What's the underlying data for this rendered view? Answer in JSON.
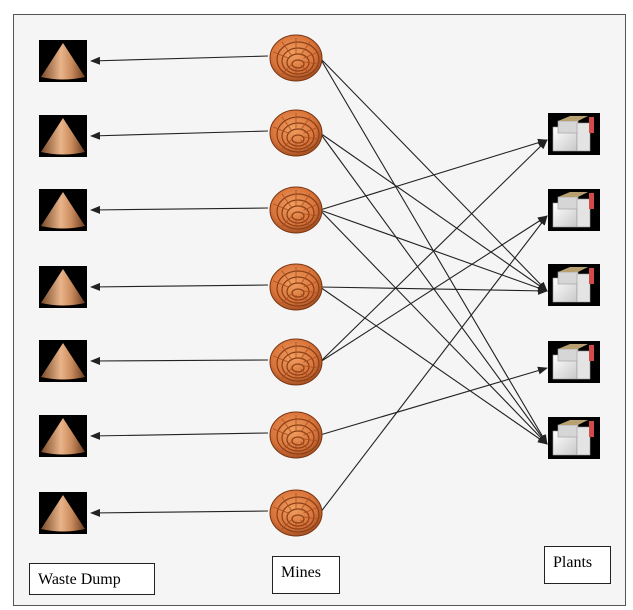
{
  "labels": {
    "waste_dump": "Waste Dump",
    "mines": "Mines",
    "plants": "Plants"
  },
  "nodes": {
    "waste_dumps": [
      "waste-dump-1",
      "waste-dump-2",
      "waste-dump-3",
      "waste-dump-4",
      "waste-dump-5",
      "waste-dump-6",
      "waste-dump-7"
    ],
    "mines": [
      "mine-1",
      "mine-2",
      "mine-3",
      "mine-4",
      "mine-5",
      "mine-6",
      "mine-7"
    ],
    "plants": [
      "plant-1",
      "plant-2",
      "plant-3",
      "plant-4",
      "plant-5"
    ]
  },
  "links": {
    "mine_to_waste": [
      [
        1,
        1
      ],
      [
        2,
        2
      ],
      [
        3,
        3
      ],
      [
        4,
        4
      ],
      [
        5,
        5
      ],
      [
        6,
        6
      ],
      [
        7,
        7
      ]
    ],
    "mine_to_plant": [
      [
        1,
        3
      ],
      [
        1,
        5
      ],
      [
        2,
        3
      ],
      [
        2,
        5
      ],
      [
        3,
        1
      ],
      [
        3,
        3
      ],
      [
        3,
        5
      ],
      [
        4,
        3
      ],
      [
        4,
        5
      ],
      [
        5,
        1
      ],
      [
        5,
        2
      ],
      [
        6,
        4
      ],
      [
        7,
        2
      ]
    ]
  },
  "colors": {
    "background": "#f5f5f5",
    "arrow": "#222222",
    "cone_copper": "#c98a5c",
    "mine_orange": "#d9733a",
    "plant_white": "#f2f2f2",
    "plant_red": "#d24a4a"
  },
  "icons": {
    "waste_dump": "cone-icon",
    "mine": "open-pit-mine-icon",
    "plant": "factory-icon"
  }
}
